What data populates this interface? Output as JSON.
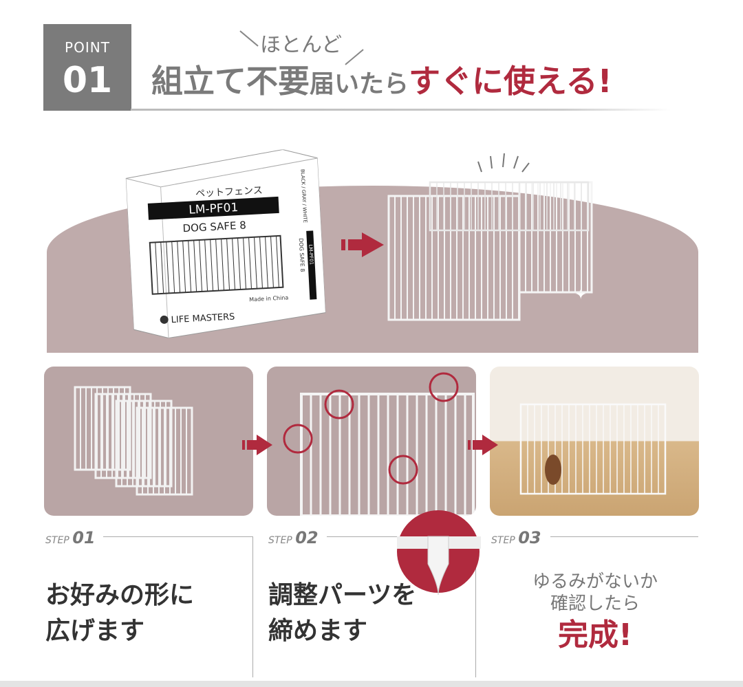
{
  "header": {
    "point_label": "POINT",
    "point_number": "01",
    "subtitle": "ほとんど",
    "title_part1": "組立て不要",
    "title_part2": "届いたら",
    "title_highlight": "すぐに使える!"
  },
  "product_box": {
    "category": "ペットフェンス",
    "model": "LM-PF01",
    "name": "DOG SAFE 8",
    "origin": "Made in China",
    "brand": "LIFE MASTERS",
    "side_colors": "BLACK / GRAY / WHITE",
    "side_name": "DOG SAFE 8",
    "side_model": "LM-PF01"
  },
  "steps": [
    {
      "label": "STEP",
      "number": "01",
      "line1": "お好みの形に",
      "line2": "広げます"
    },
    {
      "label": "STEP",
      "number": "02",
      "line1": "調整パーツを",
      "line2": "締めます"
    },
    {
      "label": "STEP",
      "number": "03",
      "line1": "ゆるみがないか",
      "line2": "確認したら",
      "highlight": "完成!"
    }
  ],
  "colors": {
    "accent": "#b02a3e",
    "gray": "#7b7b7b",
    "stage": "#bfabab"
  }
}
